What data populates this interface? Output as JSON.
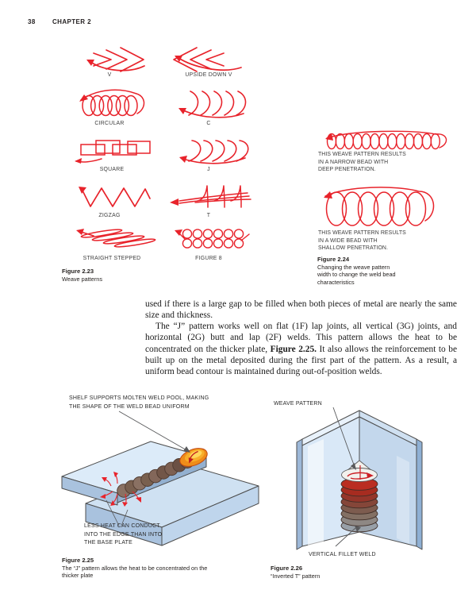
{
  "header": {
    "page_number": "38",
    "chapter": "CHAPTER 2"
  },
  "figure_2_23": {
    "caption_title": "Figure 2.23",
    "caption_text": "Weave patterns",
    "patterns": [
      {
        "id": "v",
        "label": "V"
      },
      {
        "id": "upside-down-v",
        "label": "UPSIDE DOWN V"
      },
      {
        "id": "circular",
        "label": "CIRCULAR"
      },
      {
        "id": "c",
        "label": "C"
      },
      {
        "id": "square",
        "label": "SQUARE"
      },
      {
        "id": "j",
        "label": "J"
      },
      {
        "id": "zigzag",
        "label": "ZIGZAG"
      },
      {
        "id": "t",
        "label": "T"
      },
      {
        "id": "straight-stepped",
        "label": "STRAIGHT STEPPED"
      },
      {
        "id": "figure-8",
        "label": "FIGURE 8"
      }
    ]
  },
  "figure_2_24": {
    "narrow_note": "THIS WEAVE PATTERN RESULTS\nIN A NARROW BEAD WITH\nDEEP PENETRATION.",
    "wide_note": "THIS WEAVE PATTERN RESULTS\nIN A WIDE BEAD WITH\nSHALLOW PENETRATION.",
    "caption_title": "Figure 2.24",
    "caption_text": "Changing the weave pattern\nwidth to change the weld bead\ncharacteristics"
  },
  "body": {
    "para1": "used if there is a large gap to be filled when both pieces of metal are nearly the same size and thickness.",
    "para2_before": "The “J” pattern works well on flat (1F) lap joints, all vertical (3G) joints, and horizontal (2G) butt and lap (2F) welds. This pattern allows the heat to be concentrated on the thicker plate, ",
    "para2_bold": "Figure 2.25.",
    "para2_after": " It also allows the reinforcement to be built up on the metal deposited during the first part of the pattern. As a result, a uniform bead contour is maintained during out-of-position welds."
  },
  "figure_2_25": {
    "label_shelf": "SHELF SUPPORTS MOLTEN WELD POOL, MAKING\nTHE SHAPE OF THE WELD BEAD UNIFORM",
    "label_heat": "LESS HEAT CAN CONDUCT\nINTO THE EDGE THAN INTO\nTHE BASE PLATE",
    "caption_title": "Figure 2.25",
    "caption_text": "The “J” pattern allows the heat to be concentrated on the\nthicker plate"
  },
  "figure_2_26": {
    "label_weave": "WEAVE PATTERN",
    "label_fillet": "VERTICAL FILLET WELD",
    "caption_title": "Figure 2.26",
    "caption_text": "“Inverted T” pattern"
  },
  "palette": {
    "pattern_red": "#e8232b",
    "plate_blue_light": "#dcebf9",
    "plate_blue_mid": "#c3d7ec",
    "weld_pool_orange": "#ef8c1a",
    "weld_bead_red": "#ba2d21",
    "text_black": "#1a1a1a"
  }
}
